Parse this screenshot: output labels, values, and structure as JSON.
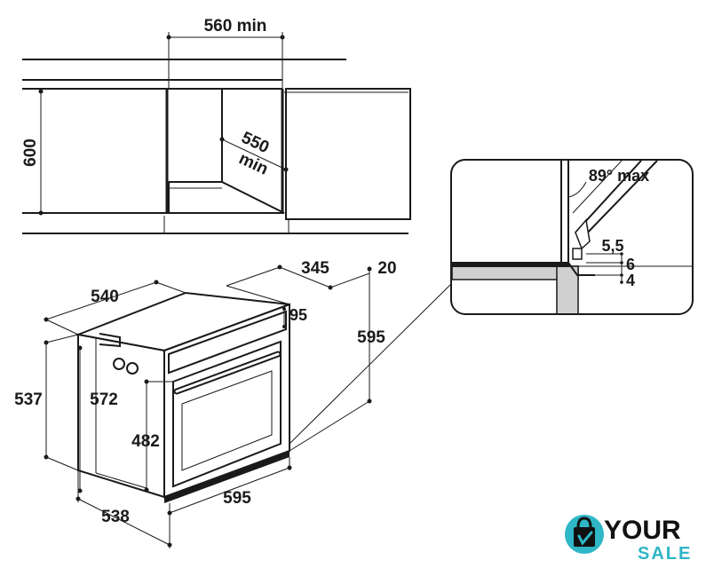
{
  "cabinet": {
    "width_label": "560 min",
    "height_label": "600",
    "depth_label_line1": "550",
    "depth_label_line2": "min"
  },
  "oven": {
    "depth_top": "540",
    "depth_side": "345",
    "offset_top": "20",
    "panel_95": "95",
    "height_total": "595",
    "height_537": "537",
    "height_572": "572",
    "door_482": "482",
    "width_bottom": "595",
    "depth_bottom": "538"
  },
  "detail": {
    "angle_label": "89° max",
    "gap_55": "5,5",
    "gap_6": "6",
    "gap_4": "4"
  },
  "logo": {
    "word_top": "YOUR",
    "word_bottom": "SALE",
    "colors": {
      "teal": "#2fb6c7",
      "dark": "#111111"
    }
  }
}
